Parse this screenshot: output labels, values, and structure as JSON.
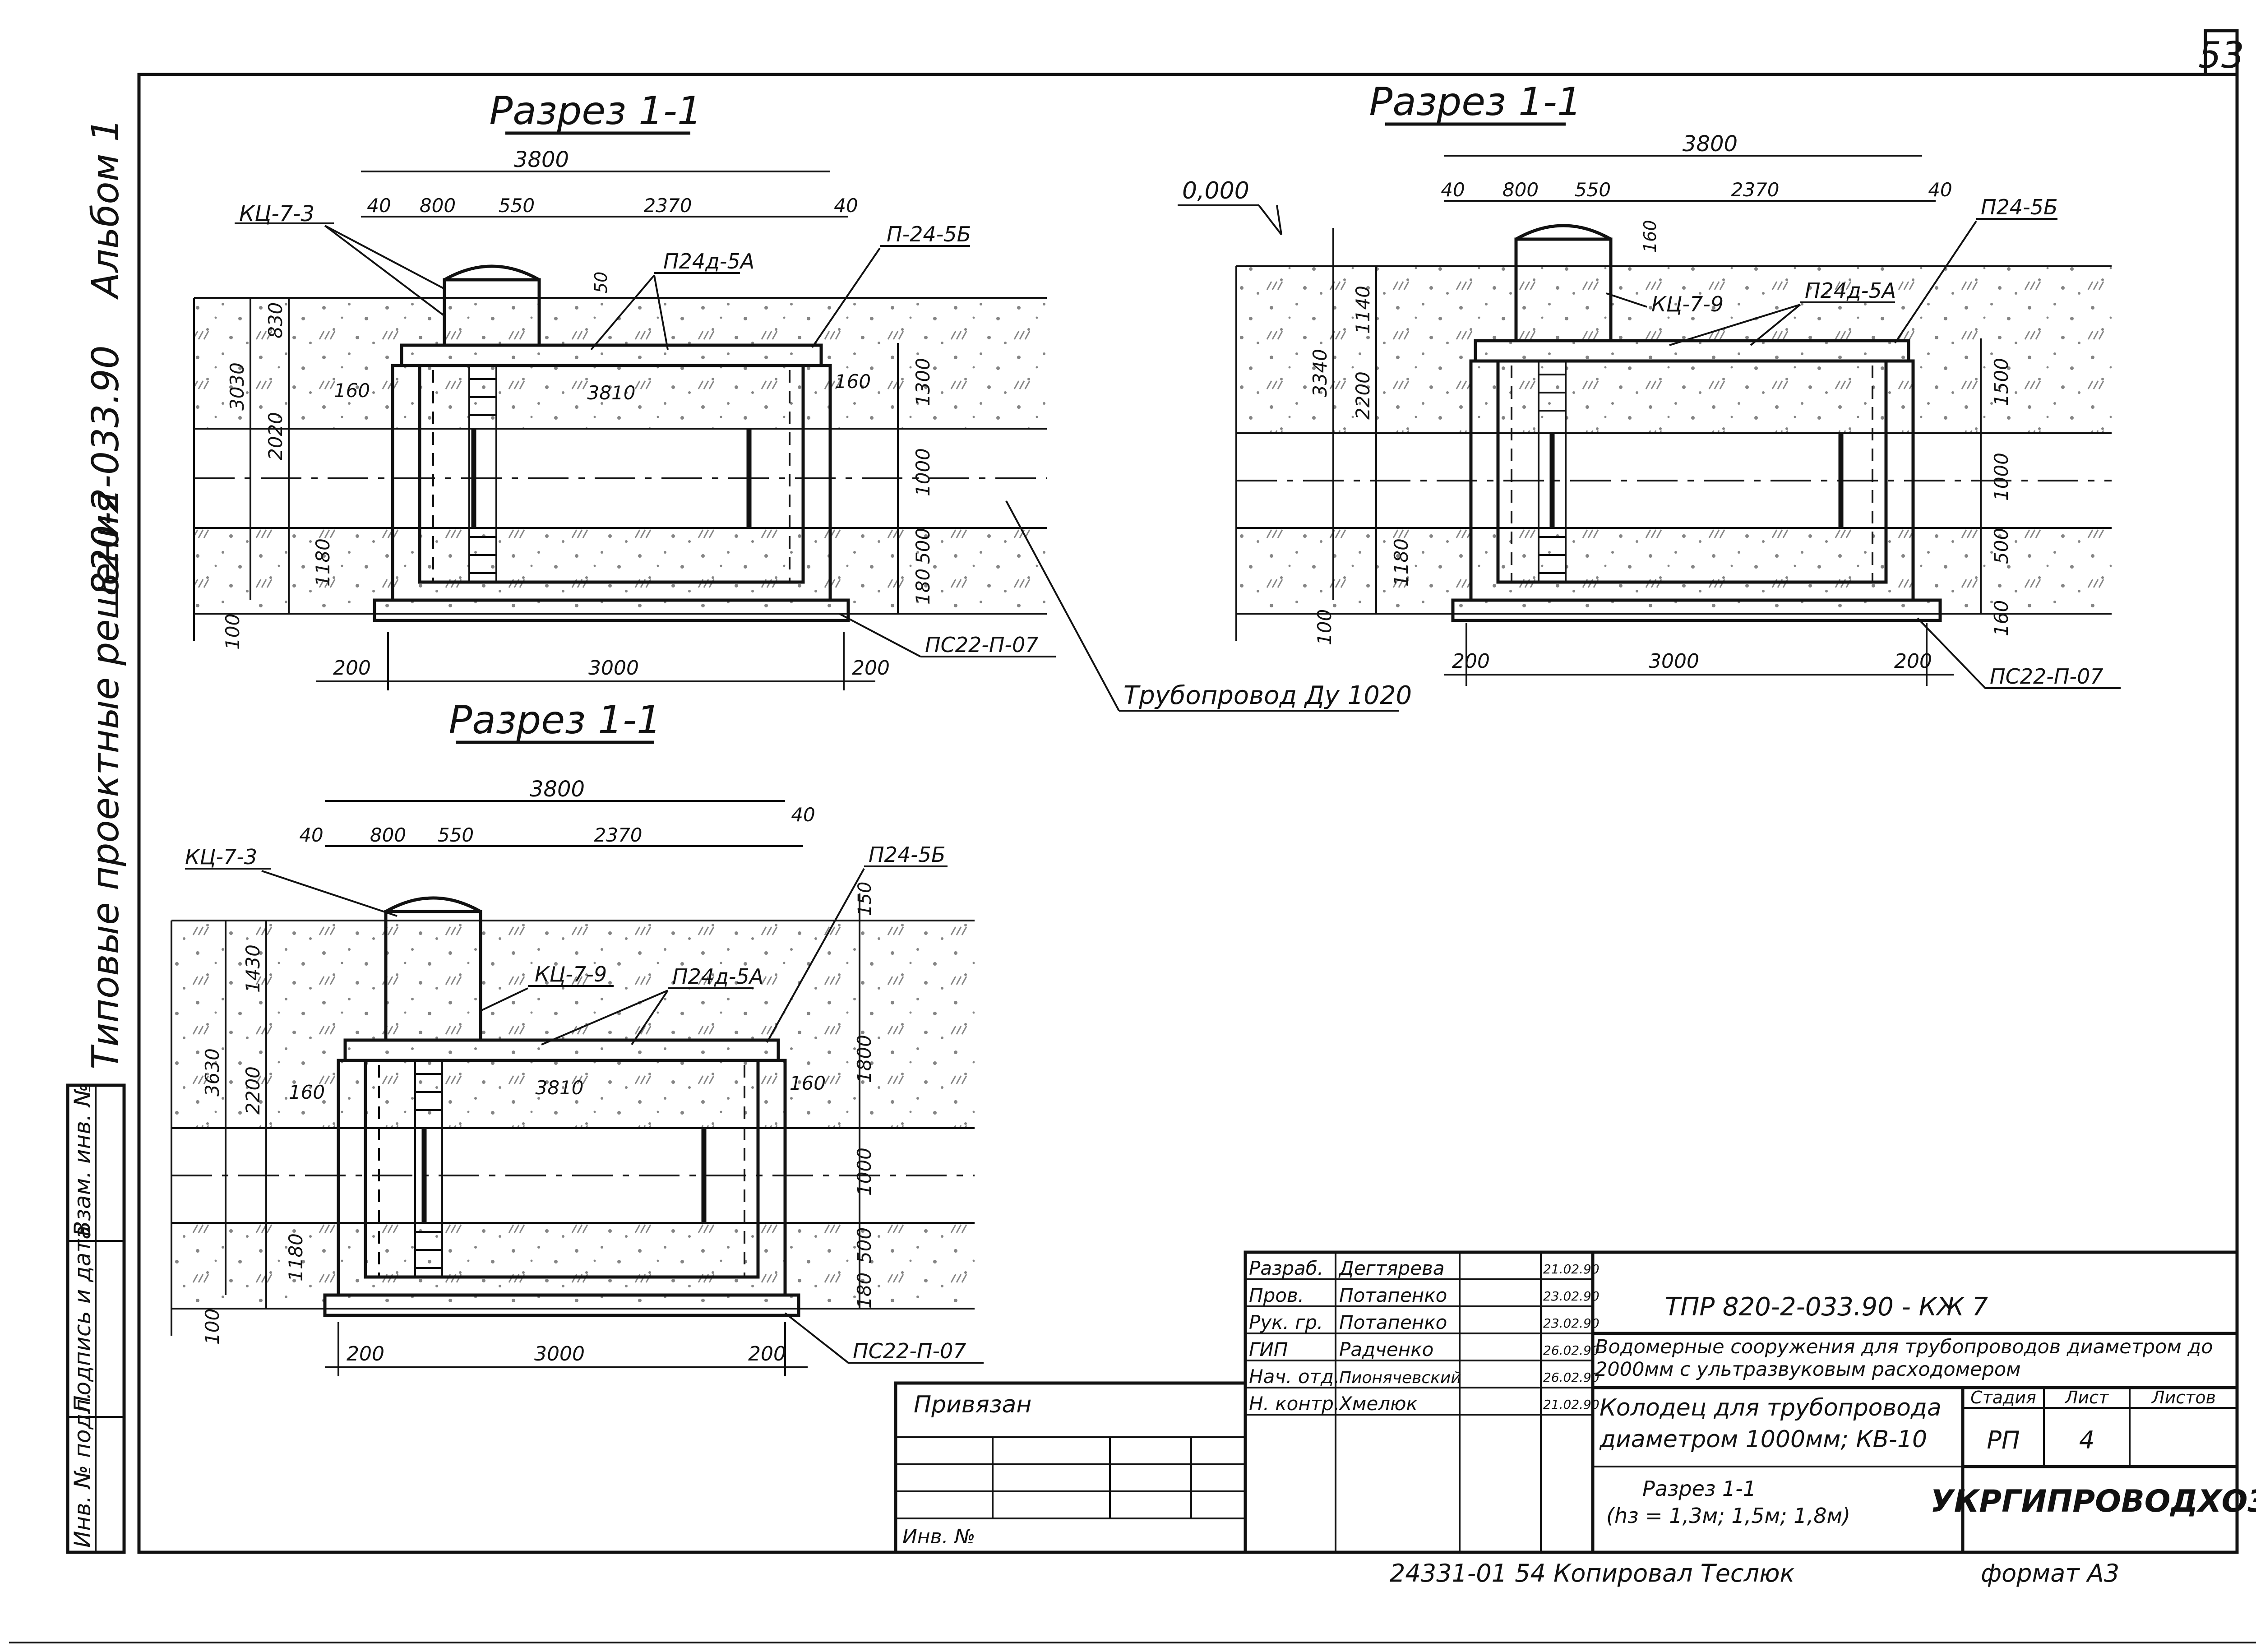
{
  "sheet": {
    "page_number": "53",
    "side_text_series": "Типовые проектные решения",
    "side_text_code": "820-2-033.90",
    "side_text_album": "Альбом 1",
    "side_stamp_labels": [
      "Взам. инв. №",
      "Подпись и дата",
      "Инв. № подл."
    ]
  },
  "section_tl": {
    "title": "Разрез 1-1",
    "overall_width": "3800",
    "top_dims": [
      "40",
      "800",
      "550",
      "2370",
      "40"
    ],
    "small_dim": "50",
    "left_dims": [
      "3030",
      "830",
      "2020",
      "1180",
      "100"
    ],
    "inner_left": "160",
    "inner_right": "160",
    "inner_length": "3810",
    "right_dims": [
      "1300",
      "1000",
      "500",
      "180"
    ],
    "bottom_dims": [
      "200",
      "3000",
      "200"
    ],
    "labels": {
      "neck": "КЦ-7-3",
      "slab_small": "П24д-5А",
      "slab_main": "П-24-5Б",
      "base": "ПС22-П-07"
    }
  },
  "section_tr": {
    "title": "Разрез 1-1",
    "level": "0,000",
    "overall_width": "3800",
    "top_dims": [
      "40",
      "800",
      "550",
      "2370",
      "40"
    ],
    "small_dim": "160",
    "left_dims": [
      "3340",
      "1140",
      "2200",
      "1180",
      "100"
    ],
    "right_dims": [
      "1500",
      "1000",
      "500",
      "160"
    ],
    "bottom_dims": [
      "200",
      "3000",
      "200"
    ],
    "labels": {
      "neck": "КЦ-7-9",
      "slab_small": "П24д-5А",
      "slab_main": "П24-5Б",
      "base": "ПС22-П-07"
    }
  },
  "pipeline_label": "Трубопровод Ду 1020",
  "section_bl": {
    "title": "Разрез 1-1",
    "overall_width": "3800",
    "top_dims": [
      "40",
      "800",
      "550",
      "2370",
      "40"
    ],
    "left_dims": [
      "3630",
      "1430",
      "2200",
      "1180",
      "100"
    ],
    "inner_left": "160",
    "inner_right": "160",
    "inner_length": "3810",
    "right_dims": [
      "150",
      "1800",
      "1000",
      "500",
      "180"
    ],
    "bottom_dims": [
      "200",
      "3000",
      "200"
    ],
    "labels": {
      "neck_top": "КЦ-7-3",
      "neck": "КЦ-7-9",
      "slab_small": "П24д-5А",
      "slab_main": "П24-5Б",
      "base": "ПС22-П-07"
    }
  },
  "title_block": {
    "roles": [
      {
        "role": "Разраб.",
        "name": "Дегтярева",
        "date": "21.02.90"
      },
      {
        "role": "Пров.",
        "name": "Потапенко",
        "date": "23.02.90"
      },
      {
        "role": "Рук. гр.",
        "name": "Потапенко",
        "date": "23.02.90"
      },
      {
        "role": "ГИП",
        "name": "Радченко",
        "date": "26.02.90"
      },
      {
        "role": "Нач. отд.",
        "name": "Пионячевский",
        "date": "26.02.90"
      },
      {
        "role": "Н. контр.",
        "name": "Хмелюк",
        "date": "21.02.90"
      }
    ],
    "doc_code": "ТПР 820-2-033.90 - КЖ 7",
    "project_title": "Водомерные сооружения для трубопроводов диаметром до 2000мм с ультразвуковым расходомером",
    "sheet_title": "Колодец для трубопровода диаметром 1000мм; КВ-10",
    "drawing_title": "Разрез 1-1",
    "drawing_subtitle": "(hз = 1,3м; 1,5м; 1,8м)",
    "stage_header": "Стадия",
    "sheet_header": "Лист",
    "sheets_header": "Листов",
    "stage": "РП",
    "sheet_no": "4",
    "sheets_total": "",
    "organization": "УКРГИПРОВОДХОЗ",
    "privyazan": "Привязан",
    "inv_no": "Инв. №"
  },
  "footer": {
    "copy_note": "24331-01 54 Копировал Теслюк",
    "format": "формат А3"
  }
}
